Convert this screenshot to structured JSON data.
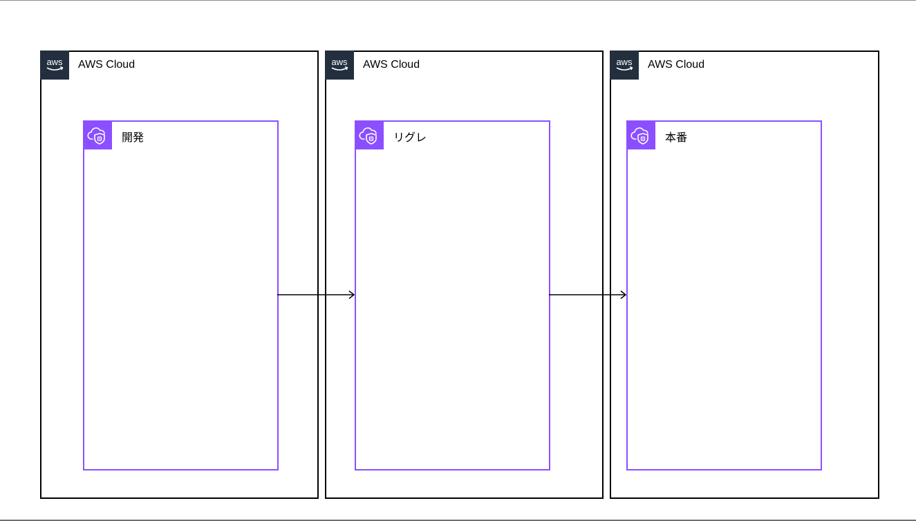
{
  "diagram": {
    "clouds": [
      {
        "title": "AWS Cloud",
        "logo_icon": "aws-logo-icon",
        "vpc": {
          "label": "開発",
          "icon": "vpc-cloud-shield-icon"
        }
      },
      {
        "title": "AWS Cloud",
        "logo_icon": "aws-logo-icon",
        "vpc": {
          "label": "リグレ",
          "icon": "vpc-cloud-shield-icon"
        }
      },
      {
        "title": "AWS Cloud",
        "logo_icon": "aws-logo-icon",
        "vpc": {
          "label": "本番",
          "icon": "vpc-cloud-shield-icon"
        }
      }
    ],
    "connections": [
      {
        "from": "開発",
        "to": "リグレ"
      },
      {
        "from": "リグレ",
        "to": "本番"
      }
    ],
    "colors": {
      "cloud_border": "#000000",
      "aws_logo_bg": "#232f3e",
      "vpc_accent": "#8c4fff",
      "arrow": "#000000"
    }
  }
}
